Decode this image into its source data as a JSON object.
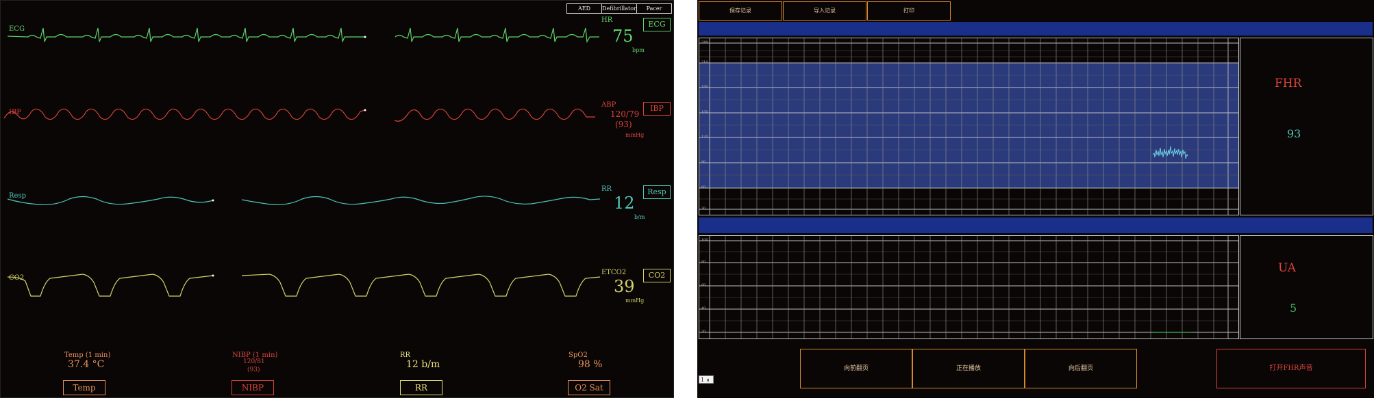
{
  "monitor": {
    "mode_buttons": [
      "AED",
      "Defibrillator",
      "Pacer"
    ],
    "waves": {
      "ecg": {
        "label": "ECG",
        "color": "#5fd56a"
      },
      "ibp": {
        "label": "IBP",
        "color": "#d9443a"
      },
      "resp": {
        "label": "Resp",
        "color": "#4fc6b8"
      },
      "co2": {
        "label": "CO2",
        "color": "#d6d36a"
      }
    },
    "vitals": {
      "hr": {
        "label": "HR",
        "value": "75",
        "unit": "bpm",
        "button": "ECG"
      },
      "abp": {
        "label": "ABP",
        "value": "120/79",
        "mean": "(93)",
        "unit": "mmHg",
        "button": "IBP"
      },
      "rr": {
        "label": "RR",
        "value": "12",
        "unit": "b/m",
        "button": "Resp"
      },
      "etco2": {
        "label": "ETCO2",
        "value": "39",
        "unit": "mmHg",
        "button": "CO2"
      }
    },
    "bottom": {
      "temp": {
        "title": "Temp (1 min)",
        "value": "37.4 °C",
        "button": "Temp",
        "color": "#e8915c"
      },
      "nibp": {
        "title": "NIBP (1 min)",
        "value": "120/81",
        "mean": "(93)",
        "button": "NIBP",
        "color": "#d9443a"
      },
      "rr": {
        "title": "RR",
        "value": "12 b/m",
        "button": "RR",
        "color": "#e6e27a"
      },
      "spo2": {
        "title": "SpO2",
        "value": "98 %",
        "button": "O2 Sat",
        "color": "#e8915c"
      }
    }
  },
  "fetal": {
    "top_buttons": [
      "保存记录",
      "导入记录",
      "打印"
    ],
    "fhr": {
      "label": "FHR",
      "value": "93"
    },
    "ua": {
      "label": "UA",
      "value": "5"
    },
    "fhr_axis": [
      "240",
      "210",
      "180",
      "150",
      "120",
      "90",
      "60",
      "30"
    ],
    "ua_axis": [
      "100",
      "80",
      "60",
      "40",
      "20"
    ],
    "nav_buttons": [
      "向前翻页",
      "正在播放",
      "向后翻页"
    ],
    "sound_button": "打开FHR声音",
    "speed_select": "1"
  }
}
